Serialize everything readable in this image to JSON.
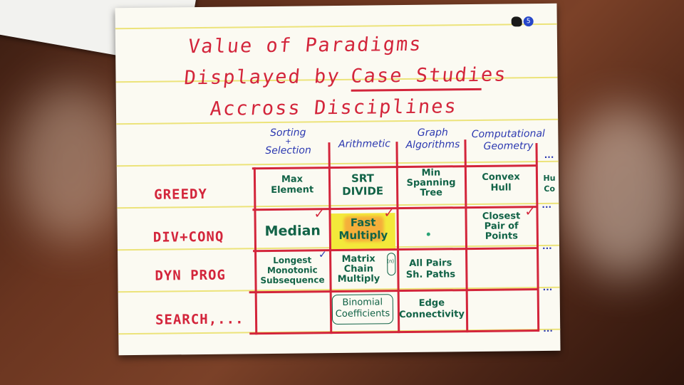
{
  "title": {
    "line1": "Value of Paradigms",
    "line2_prefix": "Displayed by",
    "line2_underlined": "Case Studies",
    "line3": "Accross Disciplines"
  },
  "badge": {
    "number": "5"
  },
  "columns": [
    {
      "line1": "Sorting",
      "line2": "+",
      "line3": "Selection"
    },
    {
      "line1": "Arithmetic",
      "line2": "",
      "line3": ""
    },
    {
      "line1": "Graph",
      "line2": "Algorithms",
      "line3": ""
    },
    {
      "line1": "Computational",
      "line2": "Geometry",
      "line3": ""
    }
  ],
  "rows": [
    "GREEDY",
    "DIV+CONQ",
    "DYN PROG",
    "SEARCH,..."
  ],
  "cells": {
    "greedy_sorting": [
      "Max",
      "Element"
    ],
    "greedy_arith": [
      "SRT",
      "DIVIDE"
    ],
    "greedy_graph": [
      "Min",
      "Spanning",
      "Tree"
    ],
    "greedy_geom": [
      "Convex",
      "Hull"
    ],
    "greedy_extra": [
      "Hu",
      "Co"
    ],
    "div_sorting": [
      "Median"
    ],
    "div_arith": [
      "Fast",
      "Multiply"
    ],
    "div_geom": [
      "Closest",
      "Pair of",
      "Points"
    ],
    "dyn_sorting": [
      "Longest",
      "Monotonic",
      "Subsequence"
    ],
    "dyn_arith": [
      "Matrix",
      "Chain",
      "Multiply"
    ],
    "dyn_arith_side": "(n)",
    "dyn_graph": [
      "All Pairs",
      "Sh. Paths"
    ],
    "search_arith": [
      "Binomial",
      "Coefficients"
    ],
    "search_graph": [
      "Edge",
      "Connectivity"
    ]
  },
  "marks": {
    "check": "✓",
    "dots": "..."
  },
  "colors": {
    "red_marker": "#d3253b",
    "blue_marker": "#2a37b0",
    "green_marker": "#126347",
    "highlight": "#f3e93a"
  }
}
